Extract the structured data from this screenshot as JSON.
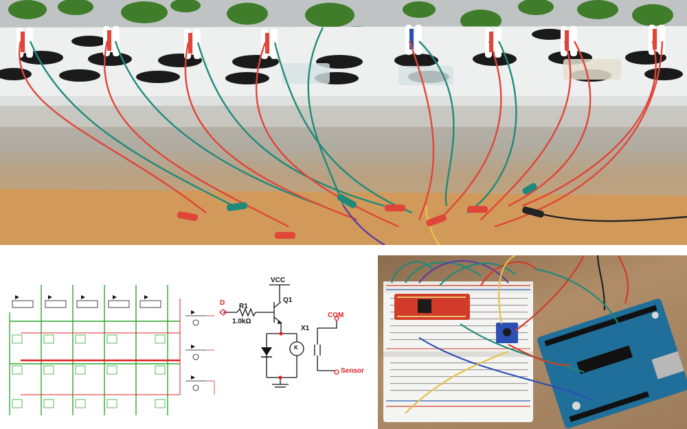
{
  "schematic": {
    "vcc_label": "VCC",
    "q1_label": "Q1",
    "d_label": "D",
    "r1_label": "R1",
    "r1_value": "1.0kΩ",
    "x1_label": "X1",
    "com_label": "COM",
    "sensor_label": "Sensor",
    "relay_symbol": "K"
  },
  "colors": {
    "wire_red": "#e0453a",
    "wire_teal": "#1f8a7a",
    "wire_black": "#222222",
    "schematic_green": "#2fa52f",
    "schematic_red": "#e02020",
    "arduino_blue": "#1f6f9a",
    "breakout_red": "#d23a2a"
  },
  "icons": [
    "plant-photo",
    "circuit-schematic",
    "breadboard-photo",
    "arduino-board",
    "transistor-symbol",
    "diode-symbol",
    "relay-symbol",
    "resistor-symbol"
  ]
}
